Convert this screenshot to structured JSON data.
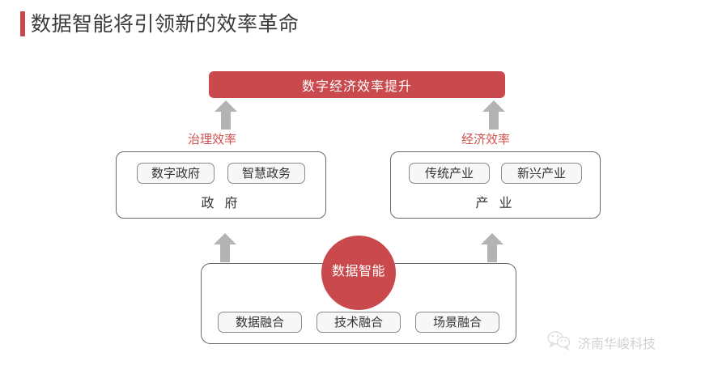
{
  "page": {
    "title": "数据智能将引领新的效率革命",
    "accent_color": "#c8484b",
    "red_color": "#c9494c",
    "arrow_color": "#b3b3b3"
  },
  "banner": {
    "label": "数字经济效率提升"
  },
  "flow_labels": [
    {
      "id": "governance-efficiency",
      "label": "治理效率"
    },
    {
      "id": "economic-efficiency",
      "label": "经济效率"
    }
  ],
  "groups": [
    {
      "id": "government",
      "caption": "政 府",
      "chips": [
        "数字政府",
        "智慧政务"
      ]
    },
    {
      "id": "industry",
      "caption": "产 业",
      "chips": [
        "传统产业",
        "新兴产业"
      ]
    }
  ],
  "foundation": {
    "core_label": "数据智能",
    "chips": [
      "数据融合",
      "技术融合",
      "场景融合"
    ]
  },
  "arrows": [
    {
      "id": "arrow-governance-up",
      "direction": "up"
    },
    {
      "id": "arrow-economy-up",
      "direction": "up"
    },
    {
      "id": "arrow-foundation-left-up",
      "direction": "up"
    },
    {
      "id": "arrow-foundation-right-up",
      "direction": "up"
    }
  ],
  "watermark": {
    "icon": "wechat-icon",
    "text": "济南华峻科技"
  }
}
